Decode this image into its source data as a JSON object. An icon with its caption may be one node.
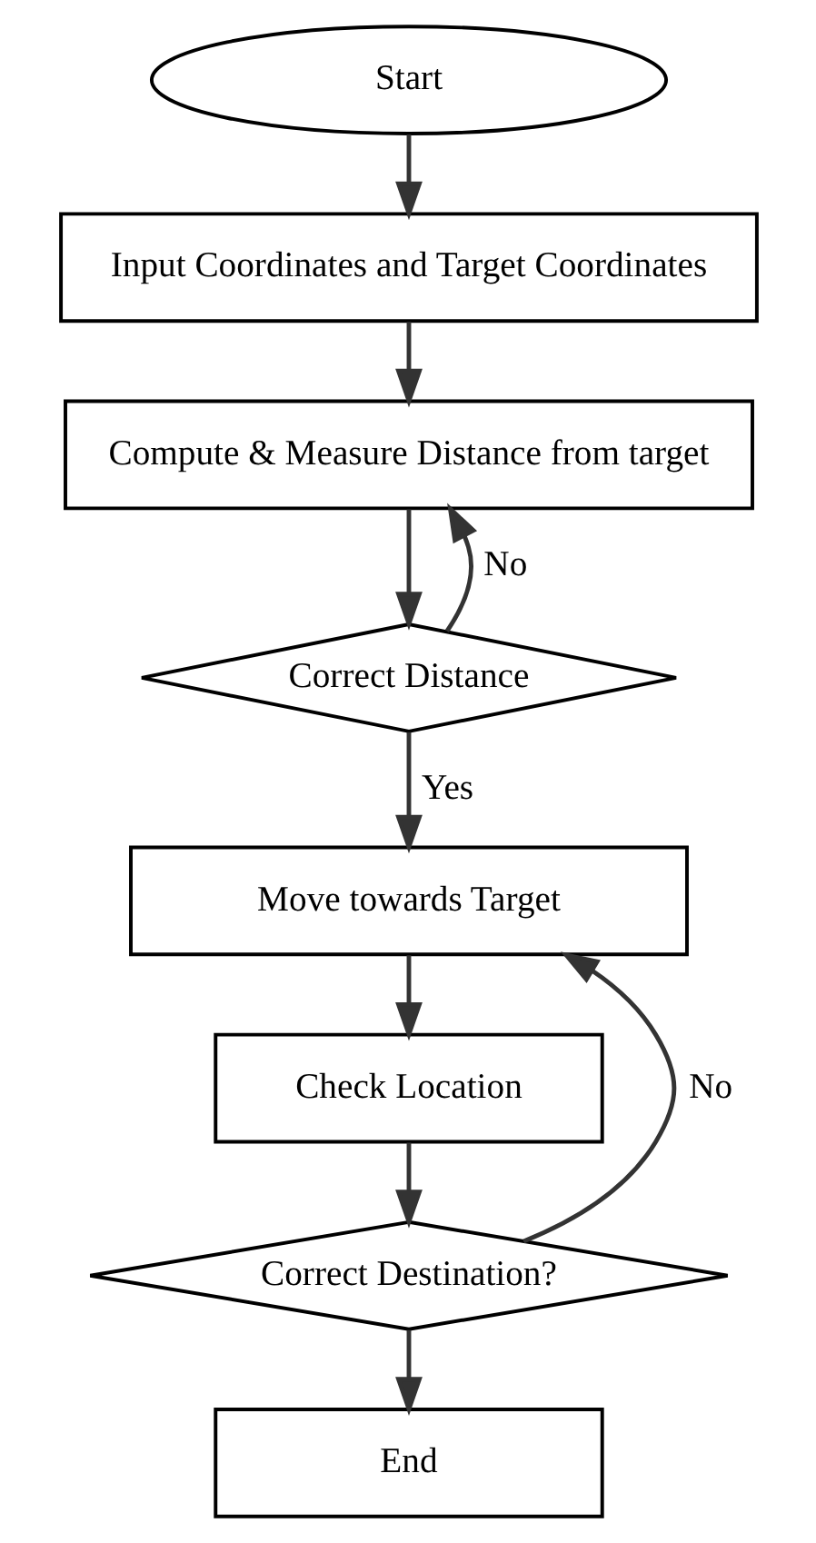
{
  "diagram": {
    "nodes": [
      {
        "text": [
          "Start"
        ]
      },
      {
        "text": [
          "Input Coordinates and Target Coordinates"
        ]
      },
      {
        "text": [
          "Compute & Measure Distance from target"
        ]
      },
      {
        "text": [
          "Correct Distance"
        ]
      },
      {
        "text": [
          "Move towards Target"
        ]
      },
      {
        "text": [
          "Check Location"
        ]
      },
      {
        "text": [
          "Correct Destination?"
        ]
      },
      {
        "text": [
          "End"
        ]
      }
    ],
    "edges": [
      {
        "from": 0,
        "to": 1,
        "arrow": "to"
      },
      {
        "from": 1,
        "to": 2,
        "arrow": "to"
      },
      {
        "from": 2,
        "to": 3,
        "arrow": "to"
      },
      {
        "from": 3,
        "to": 2,
        "arrow": "to",
        "label": "No"
      },
      {
        "from": 3,
        "to": 4,
        "arrow": "to",
        "label": "Yes"
      },
      {
        "from": 4,
        "to": 5,
        "arrow": "to"
      },
      {
        "from": 5,
        "to": 6,
        "arrow": "to"
      },
      {
        "from": 6,
        "to": 4,
        "arrow": "to",
        "label": "No"
      },
      {
        "from": 6,
        "to": 7,
        "arrow": "to"
      }
    ]
  }
}
